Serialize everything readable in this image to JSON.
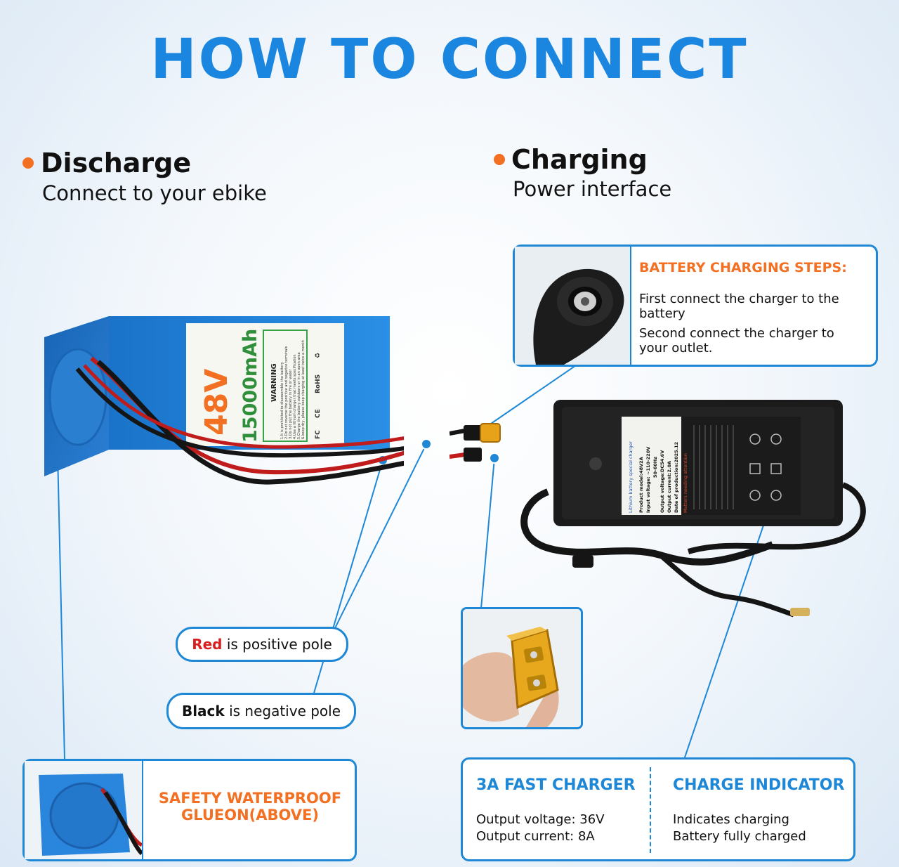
{
  "header": {
    "title": "HOW TO CONNECT"
  },
  "discharge": {
    "title": "Discharge",
    "subtitle": "Connect to your ebike"
  },
  "charging": {
    "title": "Charging",
    "subtitle": "Power interface"
  },
  "battery_label": {
    "voltage": "48V",
    "capacity": "15000mAh",
    "warning_title": "WARNING",
    "warning_lines": [
      "1.It is prohibited to disassemble the battery",
      "2.Do not reverse the positive and negative terminals",
      "3.Do not put the battery in fire or water",
      "4.Use a lithium charger that meets specification",
      "5.Charge the battery outdoors or in an open area",
      "6.keep dry, please keep charging at least twice a month"
    ],
    "certs": [
      "FC",
      "CE",
      "RoHS",
      "♻"
    ]
  },
  "charging_steps": {
    "heading": "BATTERY CHARGING STEPS:",
    "steps": [
      "First connect the charger to the battery",
      "Second connect the charger to your outlet."
    ]
  },
  "charger_label": {
    "brand": "Lithium battery special charger",
    "model": "Product model:48V2A",
    "input": "Input voltage: ~110-220V",
    "freq": "50-60Hz",
    "output_v": "Output voltage:DC54.6V",
    "output_c": "Output current:2.0A",
    "date": "Date of production:2025.12",
    "attention": "Matters needing attention"
  },
  "poles": {
    "red_word": "Red",
    "red_rest": " is positive pole",
    "black_word": "Black",
    "black_rest": " is negative pole"
  },
  "waterproof": {
    "text": "SAFETY WATERPROOF GLUEON(ABOVE)"
  },
  "fast_charger": {
    "heading": "3A FAST CHARGER",
    "lines": [
      "Output voltage: 36V",
      "Output current: 8A"
    ]
  },
  "indicator": {
    "heading": "CHARGE INDICATOR",
    "lines": [
      "Indicates charging",
      "Battery fully charged"
    ]
  },
  "colors": {
    "accent_blue": "#1e88d6",
    "title_blue": "#1a86e0",
    "accent_orange": "#f36f21",
    "battery_blue": "#1f7fd6",
    "red_word": "#d91e1e"
  }
}
